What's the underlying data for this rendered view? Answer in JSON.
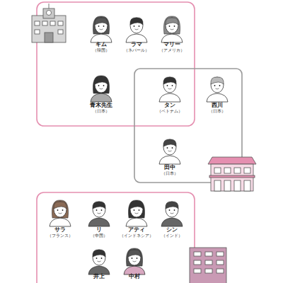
{
  "diagram": {
    "nodes": [
      {
        "text": [
          "キム",
          "（韓国）"
        ]
      },
      {
        "text": [
          "ラマ",
          "（ネパール）"
        ]
      },
      {
        "text": [
          "マリー",
          "（アメリカ）"
        ]
      },
      {
        "text": [
          "青木先生",
          "（日本）"
        ]
      },
      {
        "text": [
          "タン",
          "（ベトナム）"
        ]
      },
      {
        "text": [
          "西川",
          "（日本）"
        ]
      },
      {
        "text": [
          "田中",
          "（日本）"
        ]
      },
      {
        "text": [
          "サラ",
          "（フランス）"
        ]
      },
      {
        "text": [
          "リ",
          "（中国）"
        ]
      },
      {
        "text": [
          "アティ",
          "（インドネシア）"
        ]
      },
      {
        "text": [
          "シン",
          "（インド）"
        ]
      },
      {
        "text": [
          "井上"
        ]
      },
      {
        "text": [
          "中村"
        ]
      }
    ]
  }
}
